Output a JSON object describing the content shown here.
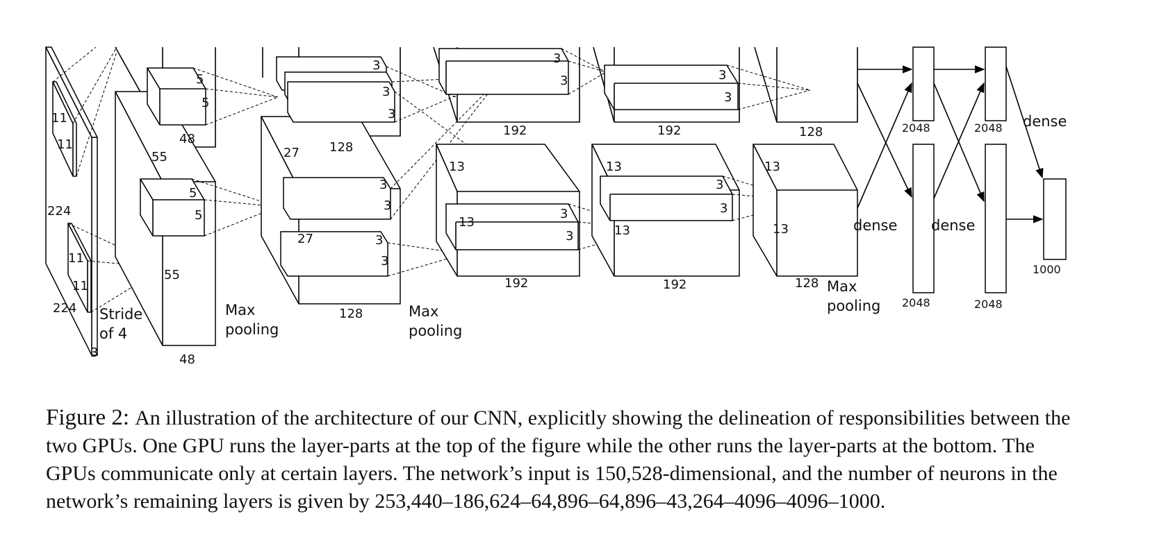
{
  "diagram": {
    "input": {
      "side_a": "224",
      "side_b": "224",
      "depth": "3",
      "kernel_a": "11",
      "kernel_b": "11",
      "kernel_c": "11",
      "kernel_d": "11",
      "stride_line1": "Stride",
      "stride_line2": "of 4"
    },
    "conv1": {
      "size": "55",
      "size_b": "55",
      "depth_top": "48",
      "depth_bottom": "48",
      "k1": "5",
      "k2": "5",
      "k3": "5",
      "k4": "5",
      "pool_line1": "Max",
      "pool_line2": "pooling"
    },
    "conv2": {
      "size": "27",
      "size_b": "27",
      "depth_top": "128",
      "depth_bottom": "128",
      "k1": "3",
      "k2": "3",
      "k3": "3",
      "k4": "3",
      "k5": "3",
      "k6": "3",
      "k7": "3",
      "pool_line1": "Max",
      "pool_line2": "pooling"
    },
    "conv3": {
      "size": "13",
      "size_b": "13",
      "depth_top": "192",
      "depth_bottom": "192",
      "k1": "3",
      "k2": "3",
      "k3": "3",
      "k4": "3"
    },
    "conv4": {
      "size": "13",
      "size_b": "13",
      "depth_top": "192",
      "depth_bottom": "192",
      "k1": "3",
      "k2": "3",
      "k3": "3",
      "k4": "3"
    },
    "conv5": {
      "size": "13",
      "size_b": "13",
      "depth_top": "128",
      "depth_bottom": "128",
      "pool_line1": "Max",
      "pool_line2": "pooling"
    },
    "dense": {
      "label_a": "dense",
      "label_b": "dense",
      "label_c": "dense",
      "fc6_top": "2048",
      "fc6_bottom": "2048",
      "fc7_top": "2048",
      "fc7_bottom": "2048",
      "output": "1000"
    }
  },
  "caption": {
    "label": "Figure 2:",
    "text": "An illustration of the architecture of our CNN, explicitly showing the delineation of responsibilities between the two GPUs. One GPU runs the layer-parts at the top of the figure while the other runs the layer-parts at the bottom. The GPUs communicate only at certain layers. The network’s input is 150,528-dimensional, and the number of neurons in the network’s remaining layers is given by 253,440–186,624–64,896–64,896–43,264–4096–4096–1000."
  }
}
